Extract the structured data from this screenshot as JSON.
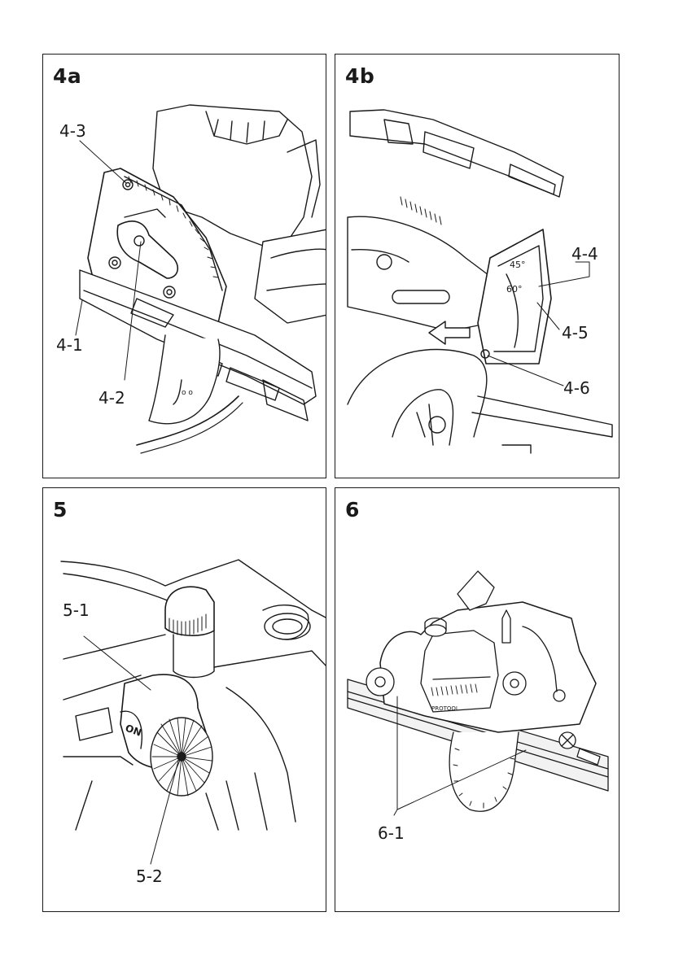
{
  "figures": [
    {
      "id": "4a",
      "labels": [
        "4-3",
        "4-1",
        "4-2"
      ]
    },
    {
      "id": "4b",
      "labels": [
        "4-4",
        "4-5",
        "4-6"
      ],
      "marks": [
        "45°",
        "60°"
      ]
    },
    {
      "id": "5",
      "labels": [
        "5-1",
        "5-2"
      ],
      "marks": [
        "ON"
      ]
    },
    {
      "id": "6",
      "labels": [
        "6-1"
      ],
      "marks": [
        "PROTOOL"
      ]
    }
  ]
}
